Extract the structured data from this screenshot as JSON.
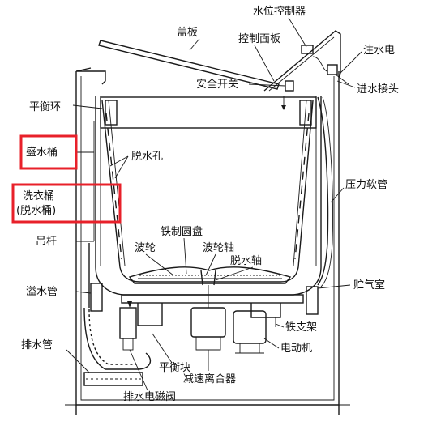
{
  "labels": {
    "lid": "盖板",
    "water_level_controller": "水位控制器",
    "control_panel": "控制面板",
    "water_inlet_valve": "注水电",
    "safety_switch": "安全开关",
    "inlet_connector": "进水接头",
    "balance_ring": "平衡环",
    "water_tub": "盛水桶",
    "spin_holes": "脱水孔",
    "wash_tub_line1": "洗衣桶",
    "wash_tub_line2": "(脱水桶)",
    "pressure_hose": "压力软管",
    "suspension_rod": "吊杆",
    "iron_disc": "铁制圆盘",
    "impeller": "波轮",
    "impeller_shaft": "波轮轴",
    "spin_shaft": "脱水轴",
    "overflow_pipe": "溢水管",
    "air_chamber": "贮气室",
    "iron_bracket": "铁支架",
    "drain_pipe": "排水管",
    "motor": "电动机",
    "balance_block": "平衡块",
    "reduction_clutch": "减速离合器",
    "drain_solenoid_valve": "排水电磁阀"
  },
  "highlight_color": "#e8202a"
}
